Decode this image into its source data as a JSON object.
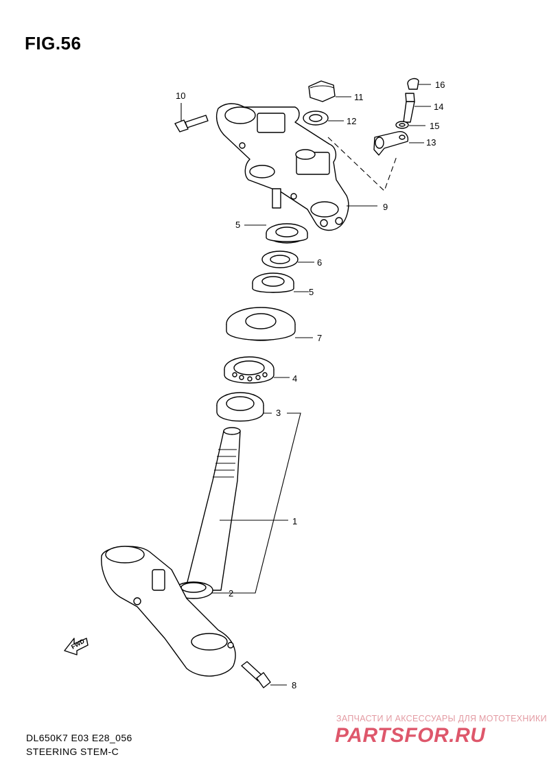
{
  "figure": {
    "title": "FIG.56"
  },
  "callouts": [
    "1",
    "2",
    "3",
    "4",
    "5",
    "5",
    "6",
    "7",
    "8",
    "9",
    "10",
    "11",
    "12",
    "13",
    "14",
    "15",
    "16"
  ],
  "fwd_label": "FWD",
  "footer": {
    "model_code": "DL650K7 E03 E28_056",
    "section_name": "STEERING STEM-C"
  },
  "watermark": {
    "tagline": "ЗАПЧАСТИ И АКСЕССУАРЫ ДЛЯ МОТОТЕХНИКИ",
    "brand": "PARTSFOR.RU"
  }
}
